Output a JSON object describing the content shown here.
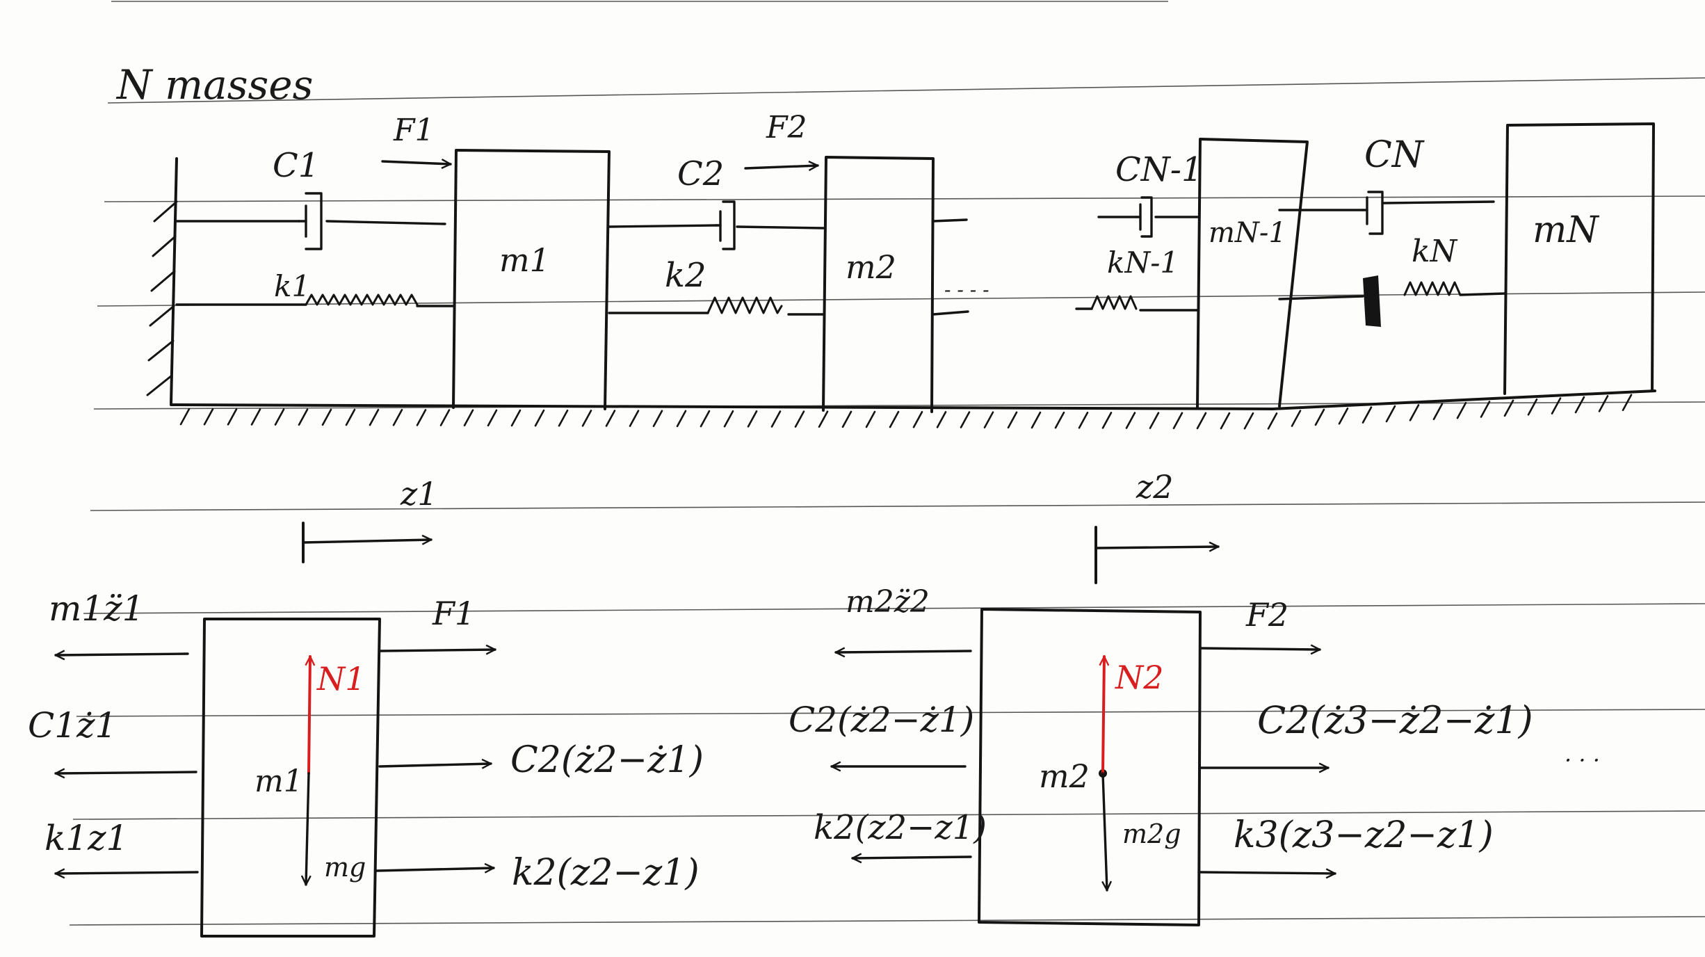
{
  "title": "N masses",
  "system": {
    "masses": [
      "m1",
      "m2",
      "mN-1",
      "mN"
    ],
    "forces": [
      "F1",
      "F2"
    ],
    "dampers": [
      "C1",
      "C2",
      "CN-1",
      "CN"
    ],
    "springs": [
      "k1",
      "k2",
      "kN-1",
      "kN"
    ],
    "ellipsis": "- - - -"
  },
  "fbd1": {
    "displacement": "z1",
    "mass": "m1",
    "normal": "N1",
    "weight": "mg",
    "right_forces": [
      "F1",
      "C2(ż2−ż1)",
      "k2(z2−z1)"
    ],
    "left_forces": [
      "m1z̈1",
      "C1ż1",
      "k1z1"
    ]
  },
  "fbd2": {
    "displacement": "z2",
    "mass": "m2",
    "normal": "N2",
    "weight": "m2g",
    "right_forces": [
      "F2",
      "C2(ż3−ż2−ż1)",
      "k3(z3−z2−z1)"
    ],
    "left_forces": [
      "m2z̈2",
      "C2(ż2−ż1)",
      "k2(z2−z1)"
    ],
    "trailing": "· · ·"
  }
}
